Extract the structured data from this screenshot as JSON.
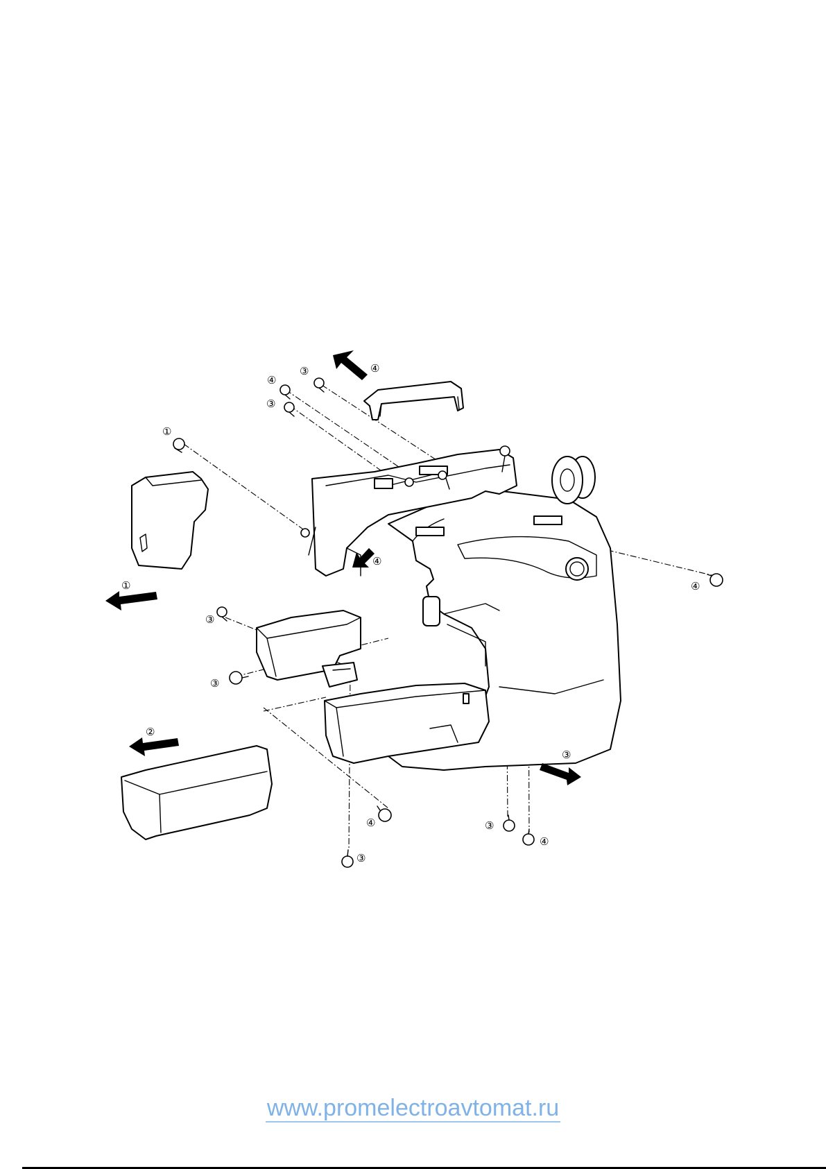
{
  "callouts": {
    "c1": "①",
    "c2": "②",
    "c3": "③",
    "c4": "④"
  },
  "footer": {
    "link_text": "www.promelectroavtomat.ru",
    "link_color": "#7fb2e6"
  }
}
